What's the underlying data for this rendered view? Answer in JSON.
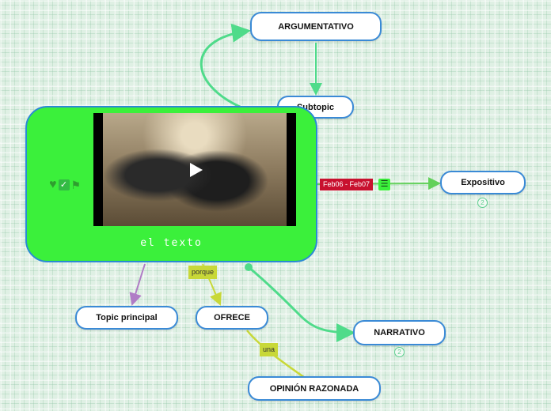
{
  "central": {
    "label": "el texto"
  },
  "nodes": {
    "argumentativo": "ARGUMENTATIVO",
    "subtopic": "Subtopic",
    "expositivo": "Expositivo",
    "narrativo": "NARRATIVO",
    "topic_principal": "Topic principal",
    "ofrece": "OFRECE",
    "opinion": "OPINIÓN RAZONADA"
  },
  "connector_labels": {
    "date_range": "Feb06 - Feb07",
    "porque": "porque",
    "una": "una"
  },
  "collapsed_counts": {
    "expositivo": "2",
    "narrativo": "2"
  },
  "colors": {
    "central_fill": "#3bf03b",
    "node_border": "#3a8ad6",
    "link_green": "#4fdb8a",
    "link_olive": "#c8d838",
    "link_purple": "#b07cc6",
    "date_tag": "#c8102e"
  },
  "icons": [
    "heart-icon",
    "checkmark-icon",
    "flag-icon",
    "list-icon",
    "play-icon"
  ]
}
